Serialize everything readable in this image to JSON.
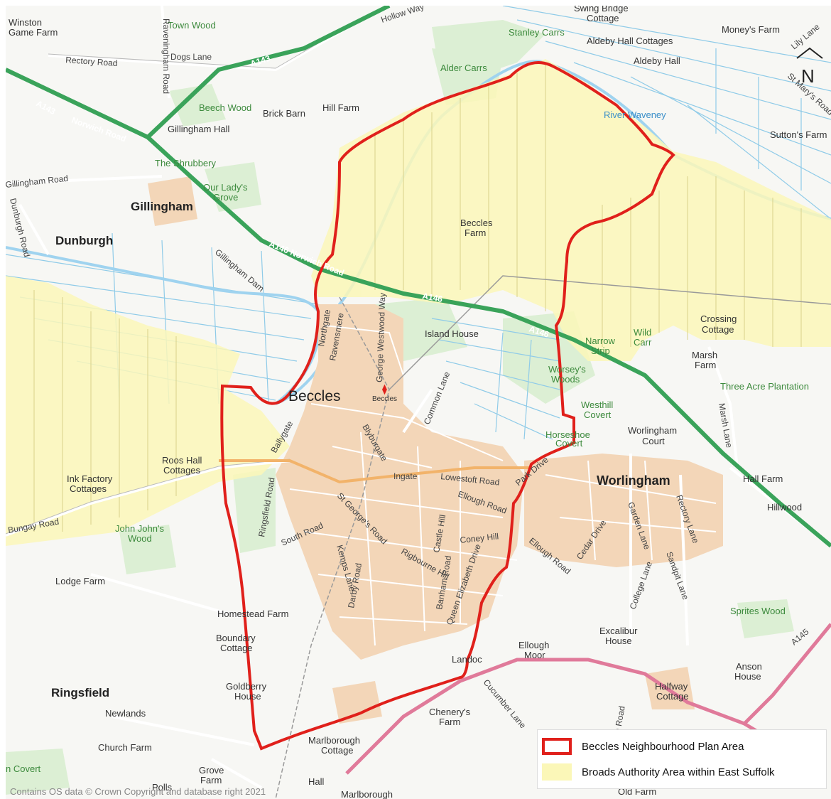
{
  "legend": {
    "plan_area": "Beccles Neighbourhood Plan Area",
    "broads_area": "Broads Authority Area within East Suffolk",
    "plan_color": "#e0201b",
    "broads_color": "#fbf7b8"
  },
  "north_arrow": "N",
  "copyright": "Contains OS data © Crown Copyright and database right 2021",
  "places": {
    "beccles": "Beccles",
    "gillingham": "Gillingham",
    "dunburgh": "Dunburgh",
    "worlingham": "Worlingham",
    "ringsfield": "Ringsfield",
    "winston": "Winston",
    "game_farm": "Game Farm",
    "town_wood": "Town Wood",
    "swing_bridge": "Swing Bridge",
    "cottage_top": "Cottage",
    "stanley_carrs": "Stanley Carrs",
    "aldeby_hall_cottages": "Aldeby Hall Cottages",
    "aldeby_hall": "Aldeby Hall",
    "moneys_farm": "Money's Farm",
    "alder_carrs": "Alder Carrs",
    "beech_wood": "Beech Wood",
    "brick_barn": "Brick Barn",
    "hill_farm": "Hill Farm",
    "gillingham_hall": "Gillingham Hall",
    "the_shrubbery": "The Shrubbery",
    "our_ladys": "Our Lady's",
    "grove": "Grove",
    "river_waveney": "River Waveney",
    "suttons_farm": "Sutton's Farm",
    "beccles_farm_1": "Beccles",
    "beccles_farm_2": "Farm",
    "island_house": "Island House",
    "crossing": "Crossing",
    "crossing_cottage": "Cottage",
    "marsh": "Marsh",
    "marsh_farm": "Farm",
    "narrow": "Narrow",
    "strip": "Strip",
    "wild": "Wild",
    "carr": "Carr",
    "worseys_1": "Worsey's",
    "worseys_2": "Woods",
    "three_acre": "Three Acre Plantation",
    "westhill_1": "Westhill",
    "westhill_2": "Covert",
    "horseshoe_1": "Horseshoe",
    "horseshoe_2": "Covert",
    "worlingham_court_1": "Worlingham",
    "worlingham_court_2": "Court",
    "hall_farm": "Hall Farm",
    "hillwood": "Hillwood",
    "roos_hall_1": "Roos Hall",
    "roos_hall_2": "Cottages",
    "ink_factory_1": "Ink Factory",
    "ink_factory_2": "Cottages",
    "john_johns_1": "John John's",
    "john_johns_2": "Wood",
    "lodge_farm": "Lodge Farm",
    "homestead_farm": "Homestead Farm",
    "boundary_1": "Boundary",
    "boundary_2": "Cottage",
    "goldberry_1": "Goldberry",
    "goldberry_2": "House",
    "newlands": "Newlands",
    "church_farm": "Church Farm",
    "grove_farm_1": "Grove",
    "grove_farm_2": "Farm",
    "pollard": "Polls",
    "hall": "Hall",
    "marlborough": "Marlborough",
    "marlborough_cottage_1": "Marlborough",
    "marlborough_cottage_2": "Cottage",
    "cheneys_1": "Chenery's",
    "cheneys_2": "Farm",
    "landoc": "Landoc",
    "ellough_moor_1": "Ellough",
    "ellough_moor_2": "Moor",
    "excalibur_1": "Excalibur",
    "excalibur_2": "House",
    "halfway_1": "Halfway",
    "halfway_2": "Cottage",
    "anson_1": "Anson",
    "anson_2": "House",
    "sprites_wood": "Sprites Wood",
    "n_covert": "n Covert",
    "old_farm": "Old Farm",
    "beccles_station": "Beccles"
  },
  "roads": {
    "a143_top": "A143",
    "a143_left": "A143",
    "norwich_road_top": "Norwich Road",
    "a146_norwich_road": "A146 Norwich Road",
    "a146_mid": "A146",
    "a146_right": "A146",
    "a145": "A145",
    "hollow_way": "Hollow Way",
    "rectory_road_top": "Rectory Road",
    "dogs_lane": "Dogs Lane",
    "raveningham_road": "Raveningham Road",
    "gillingham_road": "Gillingham Road",
    "dunburgh_road": "Dunburgh Road",
    "gillingham_dam": "Gillingham Dam",
    "northgate": "Northgate",
    "ravensmere": "Ravensmere",
    "george_westwood_way": "George Westwood Way",
    "common_lane": "Common Lane",
    "ballygate": "Ballygate",
    "blyburgate": "Blyburgate",
    "ingate": "Ingate",
    "lowestoft_road": "Lowestoft Road",
    "park_drive": "Park Drive",
    "ringsfield_road": "Ringsfield Road",
    "south_road": "South Road",
    "st_georges_road": "St George's Road",
    "castle_hill": "Castle Hill",
    "ellough_road_1": "Ellough Road",
    "coney_hill": "Coney Hill",
    "rigbourne_hill": "Rigbourne Hill",
    "kemps_lane": "Kemps Lane",
    "darby_road": "Darby Road",
    "banham_road": "Banham Road",
    "queen_elizabeth_drive": "Queen Elizabeth Drive",
    "ellough_road_2": "Ellough Road",
    "cedar_drive": "Cedar Drive",
    "garden_lane": "Garden Lane",
    "rectory_lane": "Rectory Lane",
    "college_lane": "College Lane",
    "sandpit_lane": "Sandpit Lane",
    "marsh_lane": "Marsh Lane",
    "bungay_road": "Bungay Road",
    "cucumber_lane": "Cucumber Lane",
    "st_marys_road": "St Mary's Road",
    "lily_lane": "Lily Lane",
    "church_road": "ch Road"
  }
}
